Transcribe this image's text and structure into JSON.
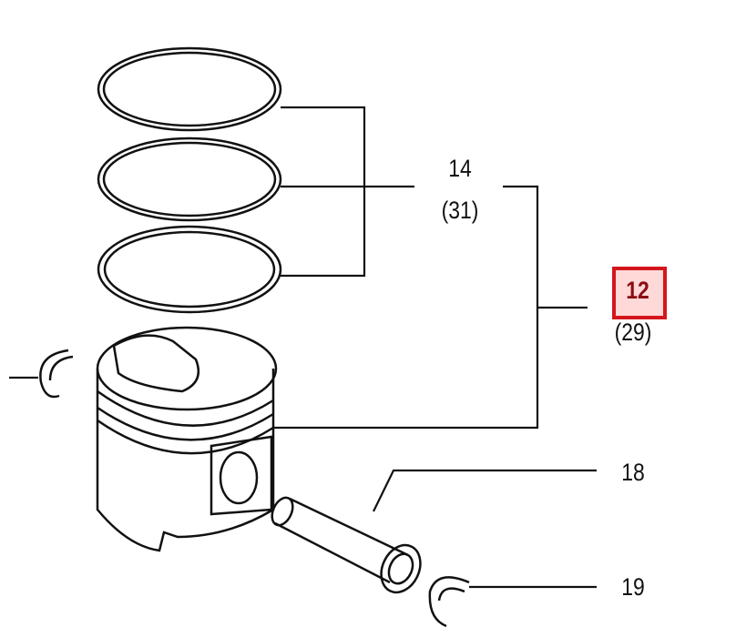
{
  "callouts": {
    "piston_rings": {
      "part_no": "14",
      "qty": "(31)"
    },
    "piston_assembly": {
      "part_no": "12",
      "qty": "(29)",
      "highlighted": true,
      "highlight_color": "#d4161c"
    },
    "piston_pin": {
      "part_no": "18"
    },
    "snap_ring": {
      "part_no": "19"
    }
  }
}
